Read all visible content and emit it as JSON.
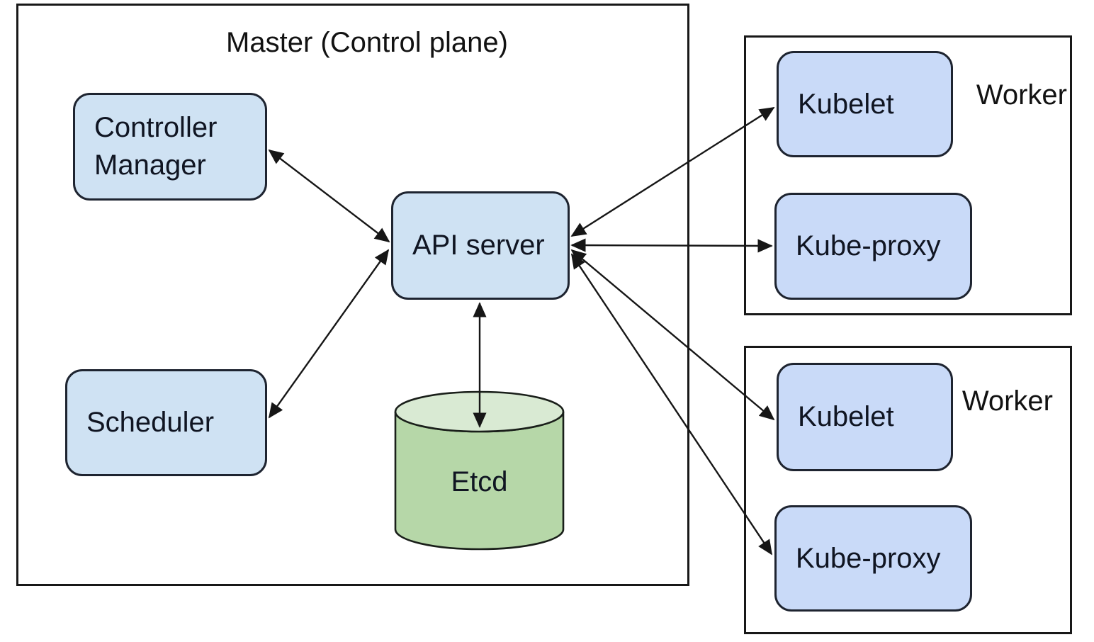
{
  "master": {
    "title": "Master (Control plane)",
    "controller_manager": "Controller Manager",
    "scheduler": "Scheduler",
    "api_server": "API server",
    "etcd": "Etcd"
  },
  "workers": [
    {
      "label": "Worker",
      "kubelet": "Kubelet",
      "kube_proxy": "Kube-proxy"
    },
    {
      "label": "Worker",
      "kubelet": "Kubelet",
      "kube_proxy": "Kube-proxy"
    }
  ],
  "edges": [
    {
      "from": "Controller Manager",
      "to": "API server",
      "bidirectional": true
    },
    {
      "from": "Scheduler",
      "to": "API server",
      "bidirectional": true
    },
    {
      "from": "API server",
      "to": "Etcd",
      "bidirectional": true
    },
    {
      "from": "API server",
      "to": "Worker 1 Kubelet",
      "bidirectional": true
    },
    {
      "from": "API server",
      "to": "Worker 1 Kube-proxy",
      "bidirectional": true
    },
    {
      "from": "API server",
      "to": "Worker 2 Kubelet",
      "bidirectional": true
    },
    {
      "from": "API server",
      "to": "Worker 2 Kube-proxy",
      "bidirectional": true
    }
  ],
  "colors": {
    "master_node_fill": "#cfe2f3",
    "worker_node_fill": "#c9daf8",
    "etcd_body": "#b6d7a8",
    "etcd_top": "#d9ead3",
    "line": "#161616"
  }
}
